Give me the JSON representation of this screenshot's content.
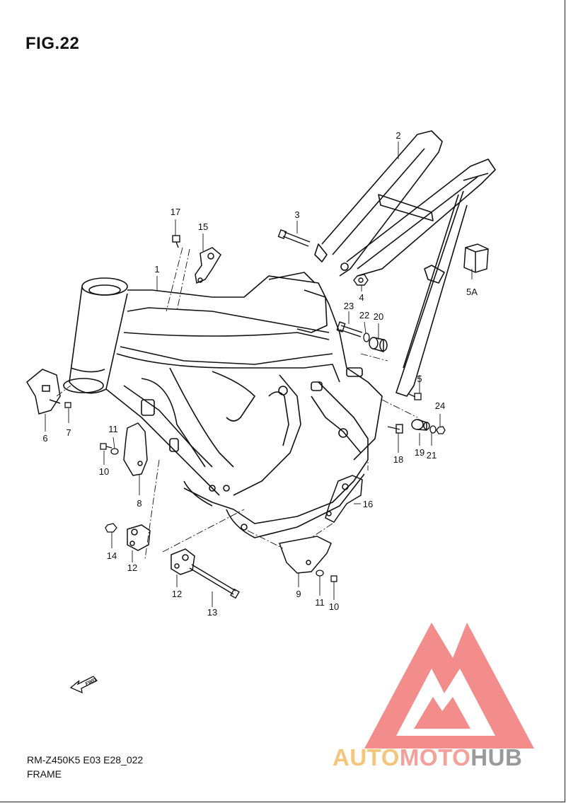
{
  "figure": {
    "title": "FIG.22",
    "code": "RM-Z450K5 E03 E28_022",
    "caption": "FRAME"
  },
  "fwd_arrow": {
    "label": "FWD"
  },
  "part_labels": {
    "p1": "1",
    "p2": "2",
    "p3": "3",
    "p4": "4",
    "p5": "5",
    "p5a": "5A",
    "p6": "6",
    "p7": "7",
    "p8": "8",
    "p9": "9",
    "p10a": "10",
    "p10b": "10",
    "p11a": "11",
    "p11b": "11",
    "p12a": "12",
    "p12b": "12",
    "p13": "13",
    "p14": "14",
    "p15": "15",
    "p16": "16",
    "p17": "17",
    "p18": "18",
    "p19": "19",
    "p20": "20",
    "p21": "21",
    "p22": "22",
    "p23": "23",
    "p24": "24"
  },
  "watermark": {
    "part1": "AUTO",
    "part2": "MOTO",
    "part3": "HUB",
    "colors": {
      "triangle": "#f07a78",
      "auto": "#f6c57c",
      "moto": "#f5a09a",
      "hub": "#9a9a9a"
    }
  }
}
